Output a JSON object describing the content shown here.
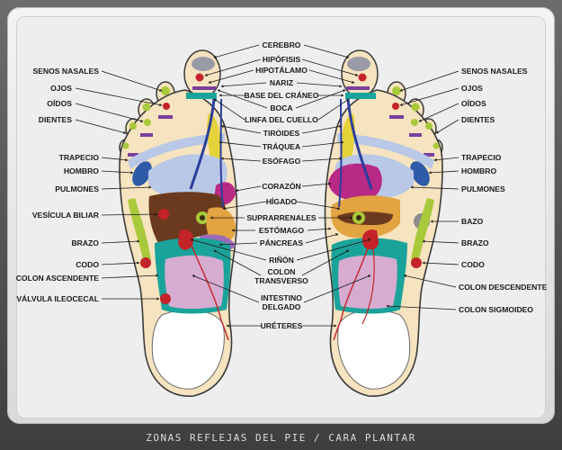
{
  "caption": "ZONAS REFLEJAS DEL PIE / CARA PLANTAR",
  "labels": {
    "cerebro": "CEREBRO",
    "hipofisis": "HIPÓFISIS",
    "hipotalamo": "HIPOTÁLAMO",
    "nariz": "NARIZ",
    "base_craneo": "BASE DEL CRÁNEO",
    "boca": "BOCA",
    "linfa_cuello": "LINFA DEL CUELLO",
    "tiroides": "TIROIDES",
    "traquea": "TRÁQUEA",
    "esofago": "ESÓFAGO",
    "corazon": "CORAZÓN",
    "higado": "HÍGADO",
    "suprarrenales": "SUPRARRENALES",
    "estomago": "ESTÓMAGO",
    "pancreas": "PÁNCREAS",
    "rinon": "RIÑÓN",
    "colon_transverso_1": "COLON",
    "colon_transverso_2": "TRANSVERSO",
    "intestino_delgado_1": "INTESTINO",
    "intestino_delgado_2": "DELGADO",
    "ureteres": "URÉTERES",
    "senos_nasales_l": "SENOS NASALES",
    "ojos_l": "OJOS",
    "oidos_l": "OÍDOS",
    "dientes_l": "DIENTES",
    "trapecio_l": "TRAPECIO",
    "hombro_l": "HOMBRO",
    "pulmones_l": "PULMONES",
    "vesicula": "VESÍCULA BILIAR",
    "brazo_l": "BRAZO",
    "codo_l": "CODO",
    "colon_ascendente": "COLON ASCENDENTE",
    "valvula": "VÁLVULA ILEOCECAL",
    "senos_nasales_r": "SENOS NASALES",
    "ojos_r": "OJOS",
    "oidos_r": "OÍDOS",
    "dientes_r": "DIENTES",
    "trapecio_r": "TRAPECIO",
    "hombro_r": "HOMBRO",
    "pulmones_r": "PULMONES",
    "bazo": "BAZO",
    "brazo_r": "BRAZO",
    "codo_r": "CODO",
    "colon_descendente": "COLON DESCENDENTE",
    "colon_sigmoideo": "COLON SIGMOIDEO"
  },
  "colors": {
    "skin": "#f6e3bf",
    "heel": "#ffffff",
    "outline": "#3a3a3a",
    "brain": "#9a9aa6",
    "pituitary": "#c4232a",
    "sinus": "#a8c93a",
    "eyes": "#c4232a",
    "ears": "#a8c93a",
    "teeth": "#7b3f9e",
    "neck": "#1aa39a",
    "esophagus": "#2c3e9c",
    "thyroid": "#e6d23a",
    "shoulder": "#2f5aa8",
    "lungs": "#b8c8e6",
    "heart": "#b82a86",
    "liver": "#6b3a1e",
    "stomach": "#e2a341",
    "pancreas": "#9b6bb8",
    "kidney": "#c4232a",
    "colon": "#1aa39a",
    "intestine": "#d6acd0",
    "arm": "#a8c93a",
    "spleen": "#8c8c8c"
  }
}
